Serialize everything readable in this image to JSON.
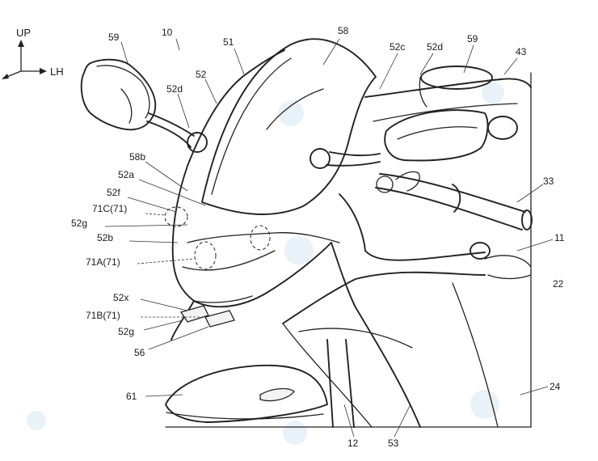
{
  "figure": {
    "axis_up": "UP",
    "axis_left_hand": "LH",
    "labels": {
      "l10": "10",
      "l59a": "59",
      "l51": "51",
      "l58": "58",
      "l52c": "52c",
      "l52d_top": "52d",
      "l59b": "59",
      "l43": "43",
      "l52": "52",
      "l52d": "52d",
      "l58b": "58b",
      "l52a": "52a",
      "l52f": "52f",
      "l71c": "71C(71)",
      "l52g_up": "52g",
      "l52b": "52b",
      "l71a": "71A(71)",
      "l33": "33",
      "l11": "11",
      "l22": "22",
      "l52x": "52x",
      "l71b": "71B(71)",
      "l52g_low": "52g",
      "l56": "56",
      "l61": "61",
      "l24": "24",
      "l12": "12",
      "l53": "53"
    }
  }
}
